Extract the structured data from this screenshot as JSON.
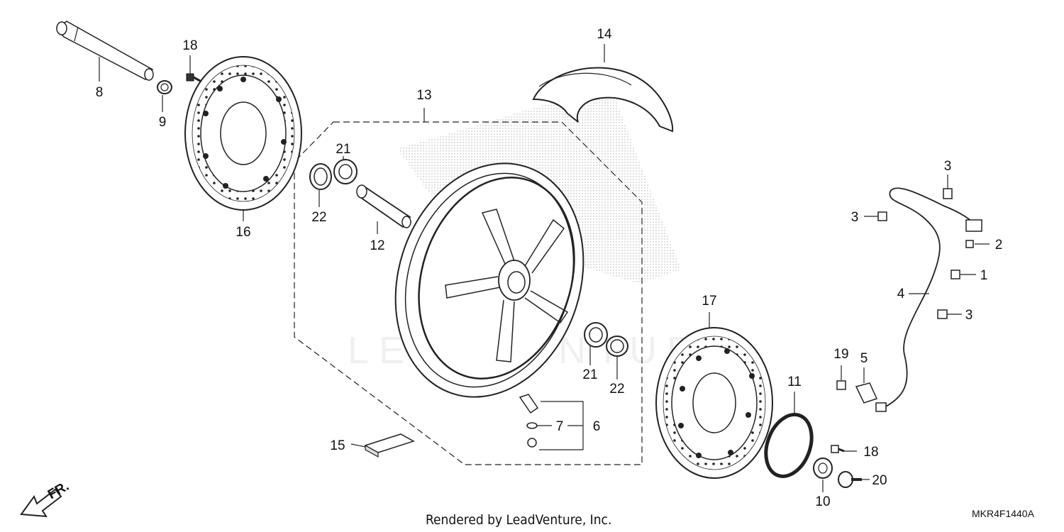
{
  "watermark": "LEADVENTURE",
  "footer": {
    "credit": "Rendered by LeadVenture, Inc.",
    "diagram_code": "MKR4F1440A"
  },
  "direction": {
    "label": "FR."
  },
  "callouts": [
    {
      "id": "c8",
      "text": "8"
    },
    {
      "id": "c9",
      "text": "9"
    },
    {
      "id": "c18a",
      "text": "18"
    },
    {
      "id": "c16",
      "text": "16"
    },
    {
      "id": "c13",
      "text": "13"
    },
    {
      "id": "c14",
      "text": "14"
    },
    {
      "id": "c21a",
      "text": "21"
    },
    {
      "id": "c22a",
      "text": "22"
    },
    {
      "id": "c12",
      "text": "12"
    },
    {
      "id": "c21b",
      "text": "21"
    },
    {
      "id": "c22b",
      "text": "22"
    },
    {
      "id": "c7",
      "text": "7"
    },
    {
      "id": "c6",
      "text": "6"
    },
    {
      "id": "c15",
      "text": "15"
    },
    {
      "id": "c17",
      "text": "17"
    },
    {
      "id": "c11",
      "text": "11"
    },
    {
      "id": "c18b",
      "text": "18"
    },
    {
      "id": "c10",
      "text": "10"
    },
    {
      "id": "c20",
      "text": "20"
    },
    {
      "id": "c19",
      "text": "19"
    },
    {
      "id": "c5",
      "text": "5"
    },
    {
      "id": "c4",
      "text": "4"
    },
    {
      "id": "c3a",
      "text": "3"
    },
    {
      "id": "c3b",
      "text": "3"
    },
    {
      "id": "c2",
      "text": "2"
    },
    {
      "id": "c1",
      "text": "1"
    },
    {
      "id": "c3c",
      "text": "3"
    }
  ]
}
